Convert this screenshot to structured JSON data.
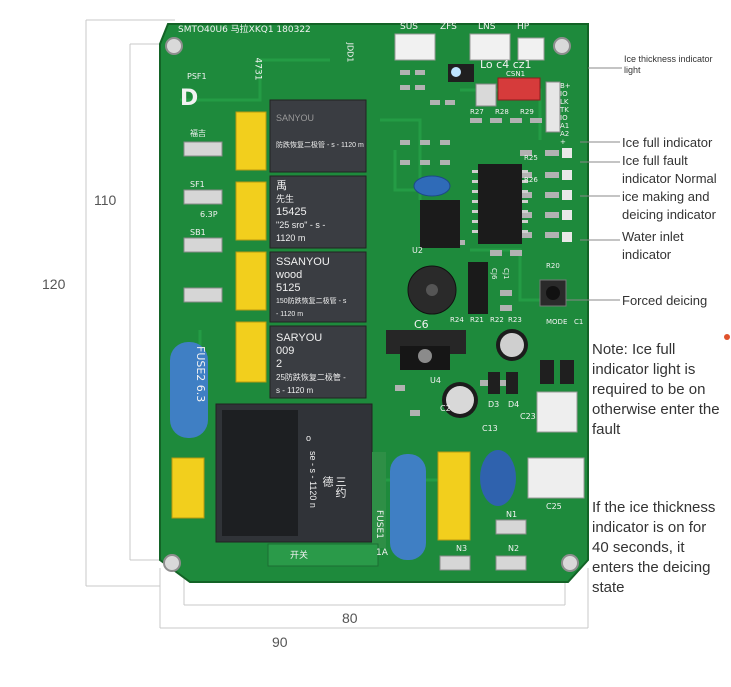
{
  "board": {
    "header": "SMTO40U6 马拉XKQ1 180322",
    "psf": "PSF1",
    "big_letter": "D",
    "chip_label": "4731",
    "jdd": "JDD1",
    "connectors_top": [
      "SUS",
      "ZFS",
      "LNS",
      "HP"
    ],
    "connector_mid": "Lo c4 cz1",
    "connector_side": "CSN1",
    "pin_labels": [
      "B+",
      "IO",
      "LK",
      "TK",
      "IO",
      "A1",
      "A2",
      "+"
    ],
    "terminals": [
      "福吉",
      "SF1",
      "6.3P",
      "SB1"
    ],
    "fuse_label": "FUSE2 6.3",
    "fuse1": "FUSE1",
    "switch": "开关",
    "one_a": "1A",
    "resistors": [
      "R27",
      "R28",
      "R29",
      "R20",
      "R21",
      "R22",
      "R23",
      "R24",
      "R25",
      "R26"
    ],
    "misc": [
      "C6",
      "C13",
      "C23",
      "C25",
      "D3",
      "D4",
      "N1",
      "N2",
      "N3",
      "MODE",
      "C1",
      "C2",
      "U2",
      "U4",
      "CJ6",
      "CJ1"
    ]
  },
  "relays": [
    {
      "lines": [
        "SANYOU",
        "",
        "防跌恢复二极管 - s - 1120 m"
      ]
    },
    {
      "lines": [
        "禹",
        "先生",
        "15425",
        "\"25 sro\" - s -",
        "1120 m"
      ]
    },
    {
      "lines": [
        "SSANYOU",
        "wood",
        "5125",
        "150防跌恢复二极管 - s",
        "- 1120 m"
      ]
    },
    {
      "lines": [
        "SARYOU",
        "009",
        "2",
        "25防跌恢复二极管 -",
        "s - 1120 m"
      ]
    }
  ],
  "big_relay": {
    "lines": [
      "o",
      "se - s - 1120 n",
      "三约德"
    ]
  },
  "dimensions": {
    "height_outer": "120",
    "height_inner": "110",
    "width_inner": "80",
    "width_outer": "90"
  },
  "callouts": {
    "ice_thickness": "Ice thickness indicator light",
    "ice_full": "Ice full indicator",
    "ice_full_fault": "Ice full fault indicator Normal ice making and deicing indicator",
    "water_inlet": "Water inlet indicator",
    "forced_deicing": "Forced deicing",
    "note": "Note: Ice full indicator light is required to be on otherwise enter the fault",
    "thickness_rule": "If the ice thickness indicator is on for 40 seconds, it enters the deicing state"
  },
  "colors": {
    "pcb": "#1e8a3c",
    "pcb_dark": "#176f30",
    "relay": "#3a3d42",
    "capacitor_yellow": "#f2cf1d",
    "capacitor_blue": "#3f7fc4"
  }
}
